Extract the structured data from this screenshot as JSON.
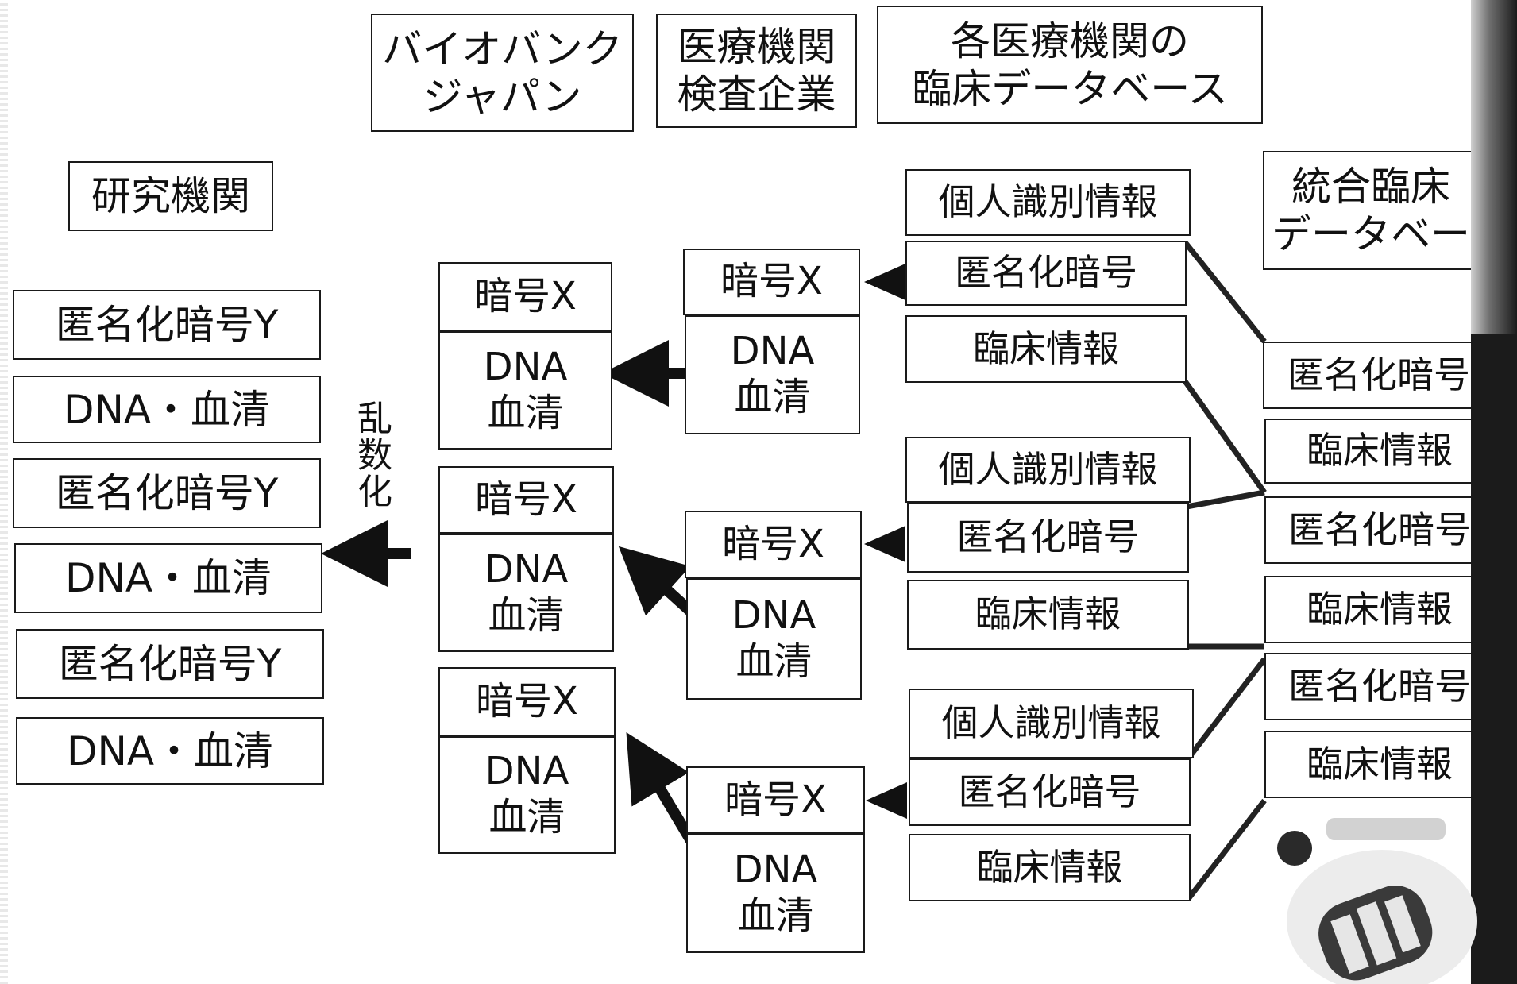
{
  "headers": {
    "biobank": [
      "バイオバンク",
      "ジャパン"
    ],
    "medical": [
      "医療機関",
      "検査企業"
    ],
    "clinical_db": [
      "各医療機関の",
      "臨床データベース"
    ],
    "research": "研究機関",
    "integrated_db": [
      "統合臨床",
      "データベー"
    ]
  },
  "research_items": [
    "匿名化暗号Y",
    "DNA・血清",
    "匿名化暗号Y",
    "DNA・血清",
    "匿名化暗号Y",
    "DNA・血清"
  ],
  "randomize_label": "乱数化",
  "biobank_samples": [
    {
      "code": "暗号X",
      "specimen": [
        "DNA",
        "血清"
      ]
    },
    {
      "code": "暗号X",
      "specimen": [
        "DNA",
        "血清"
      ]
    },
    {
      "code": "暗号X",
      "specimen": [
        "DNA",
        "血清"
      ]
    }
  ],
  "medical_samples": [
    {
      "code": "暗号X",
      "specimen": [
        "DNA",
        "血清"
      ]
    },
    {
      "code": "暗号X",
      "specimen": [
        "DNA",
        "血清"
      ]
    },
    {
      "code": "暗号X",
      "specimen": [
        "DNA",
        "血清"
      ]
    }
  ],
  "clinical_records": [
    {
      "personal": "個人識別情報",
      "anon": "匿名化暗号",
      "clinical": "臨床情報"
    },
    {
      "personal": "個人識別情報",
      "anon": "匿名化暗号",
      "clinical": "臨床情報"
    },
    {
      "personal": "個人識別情報",
      "anon": "匿名化暗号",
      "clinical": "臨床情報"
    }
  ],
  "integrated_items": [
    "匿名化暗号",
    "臨床情報",
    "匿名化暗号",
    "臨床情報",
    "匿名化暗号",
    "臨床情報"
  ]
}
